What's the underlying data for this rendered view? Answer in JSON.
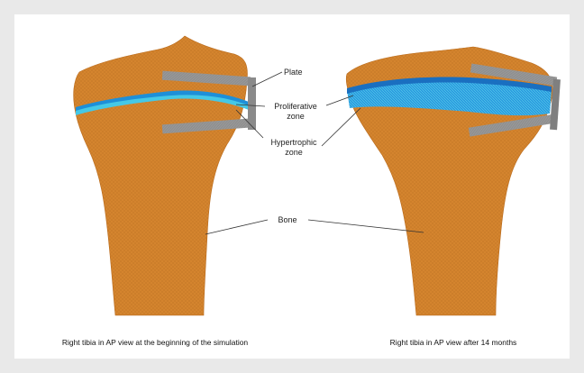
{
  "labels": {
    "plate": "Plate",
    "proliferative_line1": "Proliferative",
    "proliferative_line2": "zone",
    "hypertrophic_line1": "Hypertrophic",
    "hypertrophic_line2": "zone",
    "bone": "Bone"
  },
  "captions": {
    "left": "Right tibia in AP view at the beginning of the simulation",
    "right": "Right tibia in AP view after 14 months"
  },
  "colors": {
    "bone": "#d4842e",
    "bone_shade": "#c06f1d",
    "growth_plate": "#1e8fd8",
    "growth_plate_light": "#45c8e6",
    "plate": "#8d8d8d",
    "frame_bg": "#e9e9e9"
  }
}
